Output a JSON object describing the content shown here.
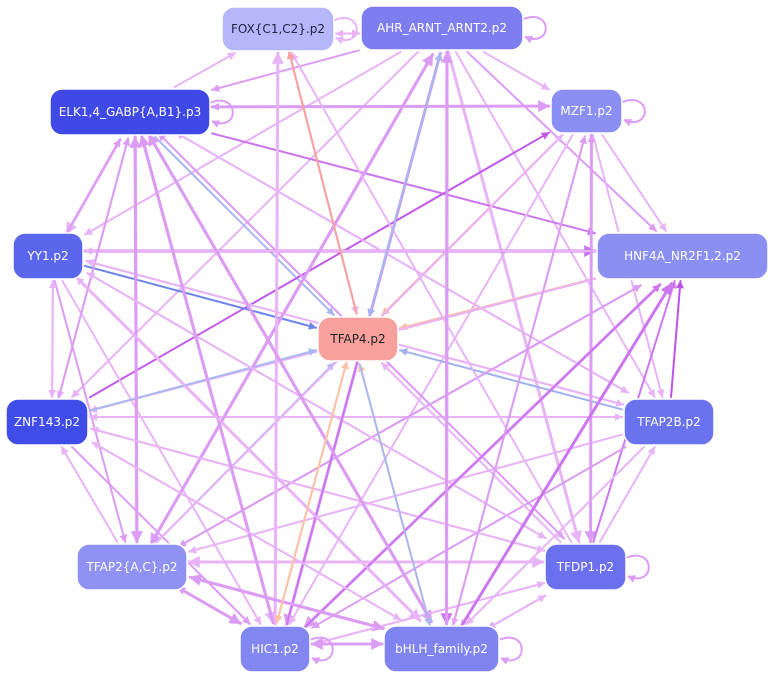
{
  "nodes": [
    {
      "id": "fox",
      "label": "FOX{C1,C2}.p2",
      "fill": "#b6b6fa",
      "text_color": "#222244"
    },
    {
      "id": "ahr",
      "label": "AHR_ARNT_ARNT2.p2",
      "fill": "#7d7df0",
      "text_color": "#ffffff"
    },
    {
      "id": "elk",
      "label": "ELK1,4_GABP{A,B1}.p3",
      "fill": "#3f49e6",
      "text_color": "#ffffff"
    },
    {
      "id": "mzf",
      "label": "MZF1.p2",
      "fill": "#8b8ef2",
      "text_color": "#ffffff"
    },
    {
      "id": "yy1",
      "label": "YY1.p2",
      "fill": "#5a66ec",
      "text_color": "#ffffff"
    },
    {
      "id": "hnf",
      "label": "HNF4A_NR2F1,2.p2",
      "fill": "#8c8ff2",
      "text_color": "#ffffff"
    },
    {
      "id": "tfap4",
      "label": "TFAP4.p2",
      "fill": "#f8a19c",
      "text_color": "#222222"
    },
    {
      "id": "znf",
      "label": "ZNF143.p2",
      "fill": "#3f4ce8",
      "text_color": "#ffffff"
    },
    {
      "id": "tfap2b",
      "label": "TFAP2B.p2",
      "fill": "#6b72ee",
      "text_color": "#ffffff"
    },
    {
      "id": "tfap2ac",
      "label": "TFAP2{A,C}.p2",
      "fill": "#8f92f2",
      "text_color": "#ffffff"
    },
    {
      "id": "tfdp1",
      "label": "TFDP1.p2",
      "fill": "#6b70ee",
      "text_color": "#ffffff"
    },
    {
      "id": "hic1",
      "label": "HIC1.p2",
      "fill": "#8186f0",
      "text_color": "#ffffff"
    },
    {
      "id": "bhlh",
      "label": "bHLH_family.p2",
      "fill": "#7f84f0",
      "text_color": "#ffffff"
    }
  ],
  "edges": [
    {
      "from": "ahr",
      "to": "fox",
      "color": "#e8b4f7",
      "weight": 2
    },
    {
      "from": "fox",
      "to": "ahr",
      "color": "#e8b4f7",
      "weight": 2
    },
    {
      "from": "ahr",
      "to": "elk",
      "color": "#dd9cf4",
      "weight": 2
    },
    {
      "from": "ahr",
      "to": "mzf",
      "color": "#e8b4f7",
      "weight": 2
    },
    {
      "from": "ahr",
      "to": "yy1",
      "color": "#e8b4f7",
      "weight": 2
    },
    {
      "from": "ahr",
      "to": "hnf",
      "color": "#dd9cf4",
      "weight": 2
    },
    {
      "from": "ahr",
      "to": "znf",
      "color": "#e8b4f7",
      "weight": 2
    },
    {
      "from": "ahr",
      "to": "tfap2ac",
      "color": "#dd9cf4",
      "weight": 3
    },
    {
      "from": "ahr",
      "to": "hic1",
      "color": "#dd9cf4",
      "weight": 3
    },
    {
      "from": "ahr",
      "to": "bhlh",
      "color": "#cc77ef",
      "weight": 3
    },
    {
      "from": "ahr",
      "to": "tfdp1",
      "color": "#e8b4f7",
      "weight": 3
    },
    {
      "from": "ahr",
      "to": "tfap2b",
      "color": "#e8b4f7",
      "weight": 2
    },
    {
      "from": "ahr",
      "to": "tfap4",
      "color": "#9fb2ee",
      "weight": 2
    },
    {
      "from": "fox",
      "to": "tfap4",
      "color": "#e8b4f7",
      "weight": 2
    },
    {
      "from": "elk",
      "to": "fox",
      "color": "#e8b4f7",
      "weight": 2
    },
    {
      "from": "elk",
      "to": "mzf",
      "color": "#dd9cf4",
      "weight": 3
    },
    {
      "from": "elk",
      "to": "yy1",
      "color": "#e8b4f7",
      "weight": 3
    },
    {
      "from": "elk",
      "to": "hnf",
      "color": "#cc77ef",
      "weight": 2
    },
    {
      "from": "elk",
      "to": "znf",
      "color": "#e8b4f7",
      "weight": 2
    },
    {
      "from": "elk",
      "to": "tfap4",
      "color": "#a9b8ef",
      "weight": 2
    },
    {
      "from": "elk",
      "to": "tfap2ac",
      "color": "#dd9cf4",
      "weight": 3
    },
    {
      "from": "elk",
      "to": "hic1",
      "color": "#e8b4f7",
      "weight": 3
    },
    {
      "from": "elk",
      "to": "bhlh",
      "color": "#dd9cf4",
      "weight": 3
    },
    {
      "from": "elk",
      "to": "tfdp1",
      "color": "#e8b4f7",
      "weight": 2
    },
    {
      "from": "elk",
      "to": "tfap2b",
      "color": "#e8b4f7",
      "weight": 2
    },
    {
      "from": "mzf",
      "to": "elk",
      "color": "#dd9cf4",
      "weight": 2
    },
    {
      "from": "mzf",
      "to": "hnf",
      "color": "#e8b4f7",
      "weight": 2
    },
    {
      "from": "mzf",
      "to": "tfap4",
      "color": "#fbb8b0",
      "weight": 2
    },
    {
      "from": "mzf",
      "to": "tfdp1",
      "color": "#dd9cf4",
      "weight": 3
    },
    {
      "from": "mzf",
      "to": "bhlh",
      "color": "#e8b4f7",
      "weight": 2
    },
    {
      "from": "mzf",
      "to": "tfap2b",
      "color": "#e8b4f7",
      "weight": 2
    },
    {
      "from": "mzf",
      "to": "hic1",
      "color": "#e8b4f7",
      "weight": 2
    },
    {
      "from": "znf",
      "to": "mzf",
      "color": "#c25ae9",
      "weight": 2
    },
    {
      "from": "yy1",
      "to": "elk",
      "color": "#dd9cf4",
      "weight": 2
    },
    {
      "from": "yy1",
      "to": "hnf",
      "color": "#cc77ef",
      "weight": 3
    },
    {
      "from": "yy1",
      "to": "tfap4",
      "color": "#6e84ea",
      "weight": 2
    },
    {
      "from": "yy1",
      "to": "znf",
      "color": "#e8b4f7",
      "weight": 2
    },
    {
      "from": "yy1",
      "to": "tfap2ac",
      "color": "#dd9cf4",
      "weight": 2
    },
    {
      "from": "yy1",
      "to": "hic1",
      "color": "#e8b4f7",
      "weight": 2
    },
    {
      "from": "yy1",
      "to": "bhlh",
      "color": "#e8b4f7",
      "weight": 3
    },
    {
      "from": "yy1",
      "to": "tfdp1",
      "color": "#e8b4f7",
      "weight": 2
    },
    {
      "from": "yy1",
      "to": "tfap2b",
      "color": "#e8b4f7",
      "weight": 2
    },
    {
      "from": "hnf",
      "to": "yy1",
      "color": "#e8b4f7",
      "weight": 2
    },
    {
      "from": "hnf",
      "to": "tfap4",
      "color": "#fbb8b0",
      "weight": 2
    },
    {
      "from": "hnf",
      "to": "znf",
      "color": "#e8b4f7",
      "weight": 2
    },
    {
      "from": "hnf",
      "to": "tfap2ac",
      "color": "#dd9cf4",
      "weight": 2
    },
    {
      "from": "hnf",
      "to": "hic1",
      "color": "#dd9cf4",
      "weight": 3
    },
    {
      "from": "hnf",
      "to": "bhlh",
      "color": "#e8b4f7",
      "weight": 2
    },
    {
      "from": "tfap2b",
      "to": "hnf",
      "color": "#bd52e8",
      "weight": 2
    },
    {
      "from": "tfdp1",
      "to": "hnf",
      "color": "#cc77ef",
      "weight": 2
    },
    {
      "from": "znf",
      "to": "tfap4",
      "color": "#a9b8ef",
      "weight": 2
    },
    {
      "from": "znf",
      "to": "elk",
      "color": "#dd9cf4",
      "weight": 2
    },
    {
      "from": "znf",
      "to": "yy1",
      "color": "#e8b4f7",
      "weight": 2
    },
    {
      "from": "znf",
      "to": "tfap2b",
      "color": "#e8b4f7",
      "weight": 2
    },
    {
      "from": "znf",
      "to": "tfdp1",
      "color": "#e8b4f7",
      "weight": 2
    },
    {
      "from": "znf",
      "to": "hic1",
      "color": "#dd9cf4",
      "weight": 2
    },
    {
      "from": "znf",
      "to": "bhlh",
      "color": "#e8b4f7",
      "weight": 2
    },
    {
      "from": "tfap2b",
      "to": "tfap4",
      "color": "#9fb2ee",
      "weight": 2
    },
    {
      "from": "tfap2b",
      "to": "znf",
      "color": "#e8b4f7",
      "weight": 2
    },
    {
      "from": "tfap2b",
      "to": "tfap2ac",
      "color": "#e8b4f7",
      "weight": 2
    },
    {
      "from": "tfap2b",
      "to": "hic1",
      "color": "#dd9cf4",
      "weight": 2
    },
    {
      "from": "tfap2b",
      "to": "bhlh",
      "color": "#e8b4f7",
      "weight": 2
    },
    {
      "from": "tfap2b",
      "to": "elk",
      "color": "#e8b4f7",
      "weight": 2
    },
    {
      "from": "tfap2b",
      "to": "yy1",
      "color": "#e8b4f7",
      "weight": 2
    },
    {
      "from": "tfap2ac",
      "to": "tfap4",
      "color": "#a9b8ef",
      "weight": 2
    },
    {
      "from": "tfap2ac",
      "to": "elk",
      "color": "#dd9cf4",
      "weight": 3
    },
    {
      "from": "tfap2ac",
      "to": "znf",
      "color": "#e8b4f7",
      "weight": 2
    },
    {
      "from": "tfap2ac",
      "to": "hic1",
      "color": "#dd9cf4",
      "weight": 3
    },
    {
      "from": "tfap2ac",
      "to": "bhlh",
      "color": "#dd9cf4",
      "weight": 3
    },
    {
      "from": "tfap2ac",
      "to": "tfdp1",
      "color": "#e8b4f7",
      "weight": 3
    },
    {
      "from": "tfap2ac",
      "to": "hnf",
      "color": "#dd9cf4",
      "weight": 2
    },
    {
      "from": "tfap2ac",
      "to": "ahr",
      "color": "#dd9cf4",
      "weight": 3
    },
    {
      "from": "tfap2ac",
      "to": "mzf",
      "color": "#e8b4f7",
      "weight": 2
    },
    {
      "from": "tfdp1",
      "to": "tfap4",
      "color": "#e8b4f7",
      "weight": 2
    },
    {
      "from": "tfdp1",
      "to": "tfap2ac",
      "color": "#e8b4f7",
      "weight": 3
    },
    {
      "from": "tfdp1",
      "to": "hic1",
      "color": "#e8b4f7",
      "weight": 2
    },
    {
      "from": "tfdp1",
      "to": "bhlh",
      "color": "#dd9cf4",
      "weight": 2
    },
    {
      "from": "tfdp1",
      "to": "elk",
      "color": "#dd9cf4",
      "weight": 2
    },
    {
      "from": "tfdp1",
      "to": "znf",
      "color": "#e8b4f7",
      "weight": 2
    },
    {
      "from": "tfdp1",
      "to": "yy1",
      "color": "#e8b4f7",
      "weight": 2
    },
    {
      "from": "tfdp1",
      "to": "fox",
      "color": "#e8b4f7",
      "weight": 2
    },
    {
      "from": "tfdp1",
      "to": "mzf",
      "color": "#dd9cf4",
      "weight": 2
    },
    {
      "from": "tfdp1",
      "to": "tfap2b",
      "color": "#e8b4f7",
      "weight": 2
    },
    {
      "from": "hic1",
      "to": "tfap4",
      "color": "#fbc2a6",
      "weight": 2
    },
    {
      "from": "hic1",
      "to": "bhlh",
      "color": "#dd9cf4",
      "weight": 3
    },
    {
      "from": "hic1",
      "to": "tfdp1",
      "color": "#e8b4f7",
      "weight": 2
    },
    {
      "from": "hic1",
      "to": "fox",
      "color": "#e8b4f7",
      "weight": 3
    },
    {
      "from": "hic1",
      "to": "elk",
      "color": "#dd9cf4",
      "weight": 3
    },
    {
      "from": "hic1",
      "to": "ahr",
      "color": "#cc77ef",
      "weight": 2
    },
    {
      "from": "hic1",
      "to": "tfap2ac",
      "color": "#dd9cf4",
      "weight": 2
    },
    {
      "from": "hic1",
      "to": "hnf",
      "color": "#cc77ef",
      "weight": 2
    },
    {
      "from": "bhlh",
      "to": "tfap4",
      "color": "#fbc2a6",
      "weight": 2
    },
    {
      "from": "bhlh",
      "to": "hic1",
      "color": "#dd9cf4",
      "weight": 3
    },
    {
      "from": "bhlh",
      "to": "elk",
      "color": "#dd9cf4",
      "weight": 3
    },
    {
      "from": "bhlh",
      "to": "tfap2ac",
      "color": "#dd9cf4",
      "weight": 3
    },
    {
      "from": "bhlh",
      "to": "yy1",
      "color": "#e8b4f7",
      "weight": 2
    },
    {
      "from": "bhlh",
      "to": "znf",
      "color": "#e8b4f7",
      "weight": 2
    },
    {
      "from": "bhlh",
      "to": "tfdp1",
      "color": "#e8b4f7",
      "weight": 2
    },
    {
      "from": "bhlh",
      "to": "mzf",
      "color": "#dd9cf4",
      "weight": 2
    },
    {
      "from": "bhlh",
      "to": "hnf",
      "color": "#cc77ef",
      "weight": 3
    },
    {
      "from": "bhlh",
      "to": "ahr",
      "color": "#dd9cf4",
      "weight": 3
    },
    {
      "from": "tfap4",
      "to": "fox",
      "color": "#fba09a",
      "weight": 2
    },
    {
      "from": "tfap4",
      "to": "ahr",
      "color": "#a9b8ef",
      "weight": 2
    },
    {
      "from": "tfap4",
      "to": "hic1",
      "color": "#fbc2a6",
      "weight": 2
    },
    {
      "from": "tfap4",
      "to": "bhlh",
      "color": "#a9b8ef",
      "weight": 2
    },
    {
      "from": "fox",
      "to": "fox",
      "color": "#e8b4f7",
      "weight": 2
    },
    {
      "from": "ahr",
      "to": "ahr",
      "color": "#dd9cf4",
      "weight": 2
    },
    {
      "from": "elk",
      "to": "elk",
      "color": "#dd9cf4",
      "weight": 2
    },
    {
      "from": "mzf",
      "to": "mzf",
      "color": "#dd9cf4",
      "weight": 2
    },
    {
      "from": "tfdp1",
      "to": "tfdp1",
      "color": "#dd9cf4",
      "weight": 2
    },
    {
      "from": "hic1",
      "to": "hic1",
      "color": "#dd9cf4",
      "weight": 2
    },
    {
      "from": "bhlh",
      "to": "bhlh",
      "color": "#dd9cf4",
      "weight": 2
    }
  ]
}
